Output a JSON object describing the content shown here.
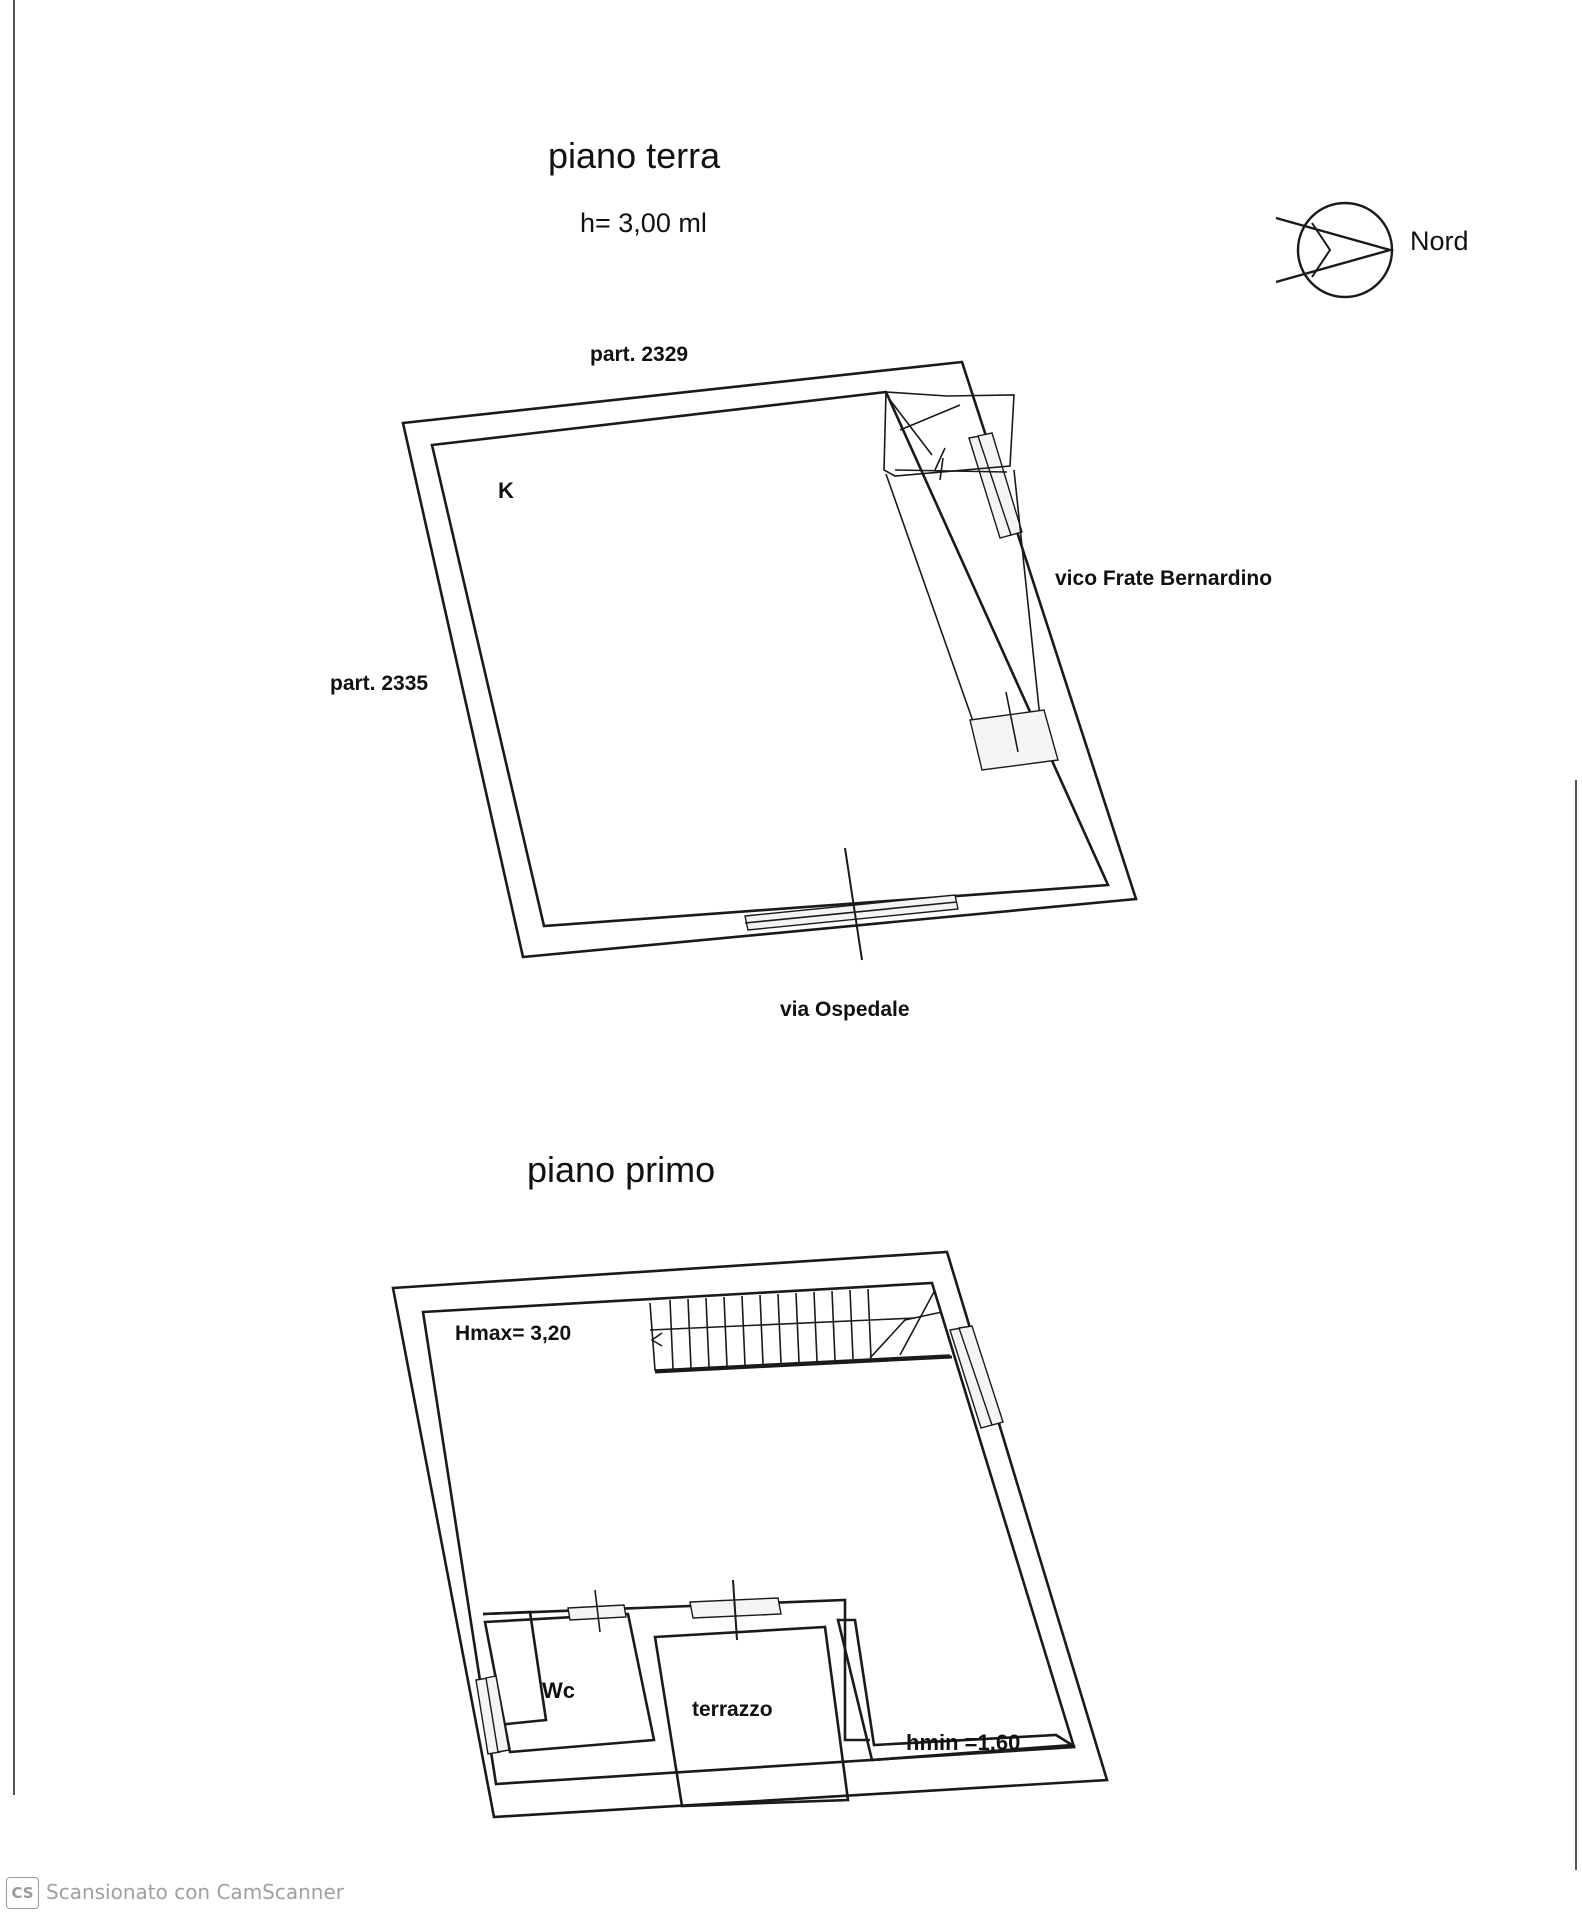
{
  "ground_floor": {
    "title": "piano terra",
    "height_note": "h= 3,00 ml",
    "room_label": "K",
    "labels": {
      "north_parcel": "part. 2329",
      "west_parcel": "part. 2335",
      "east_street": "vico Frate Bernardino",
      "south_street": "via Ospedale"
    }
  },
  "compass": {
    "label": "Nord",
    "icon": "north-arrow-icon"
  },
  "first_floor": {
    "title": "piano primo",
    "hmax": "Hmax= 3,20",
    "hmin": "hmin =1,60",
    "rooms": {
      "wc": "Wc",
      "terrace": "terrazzo"
    }
  },
  "footer": {
    "logo": "CS",
    "text": "Scansionato con CamScanner"
  }
}
